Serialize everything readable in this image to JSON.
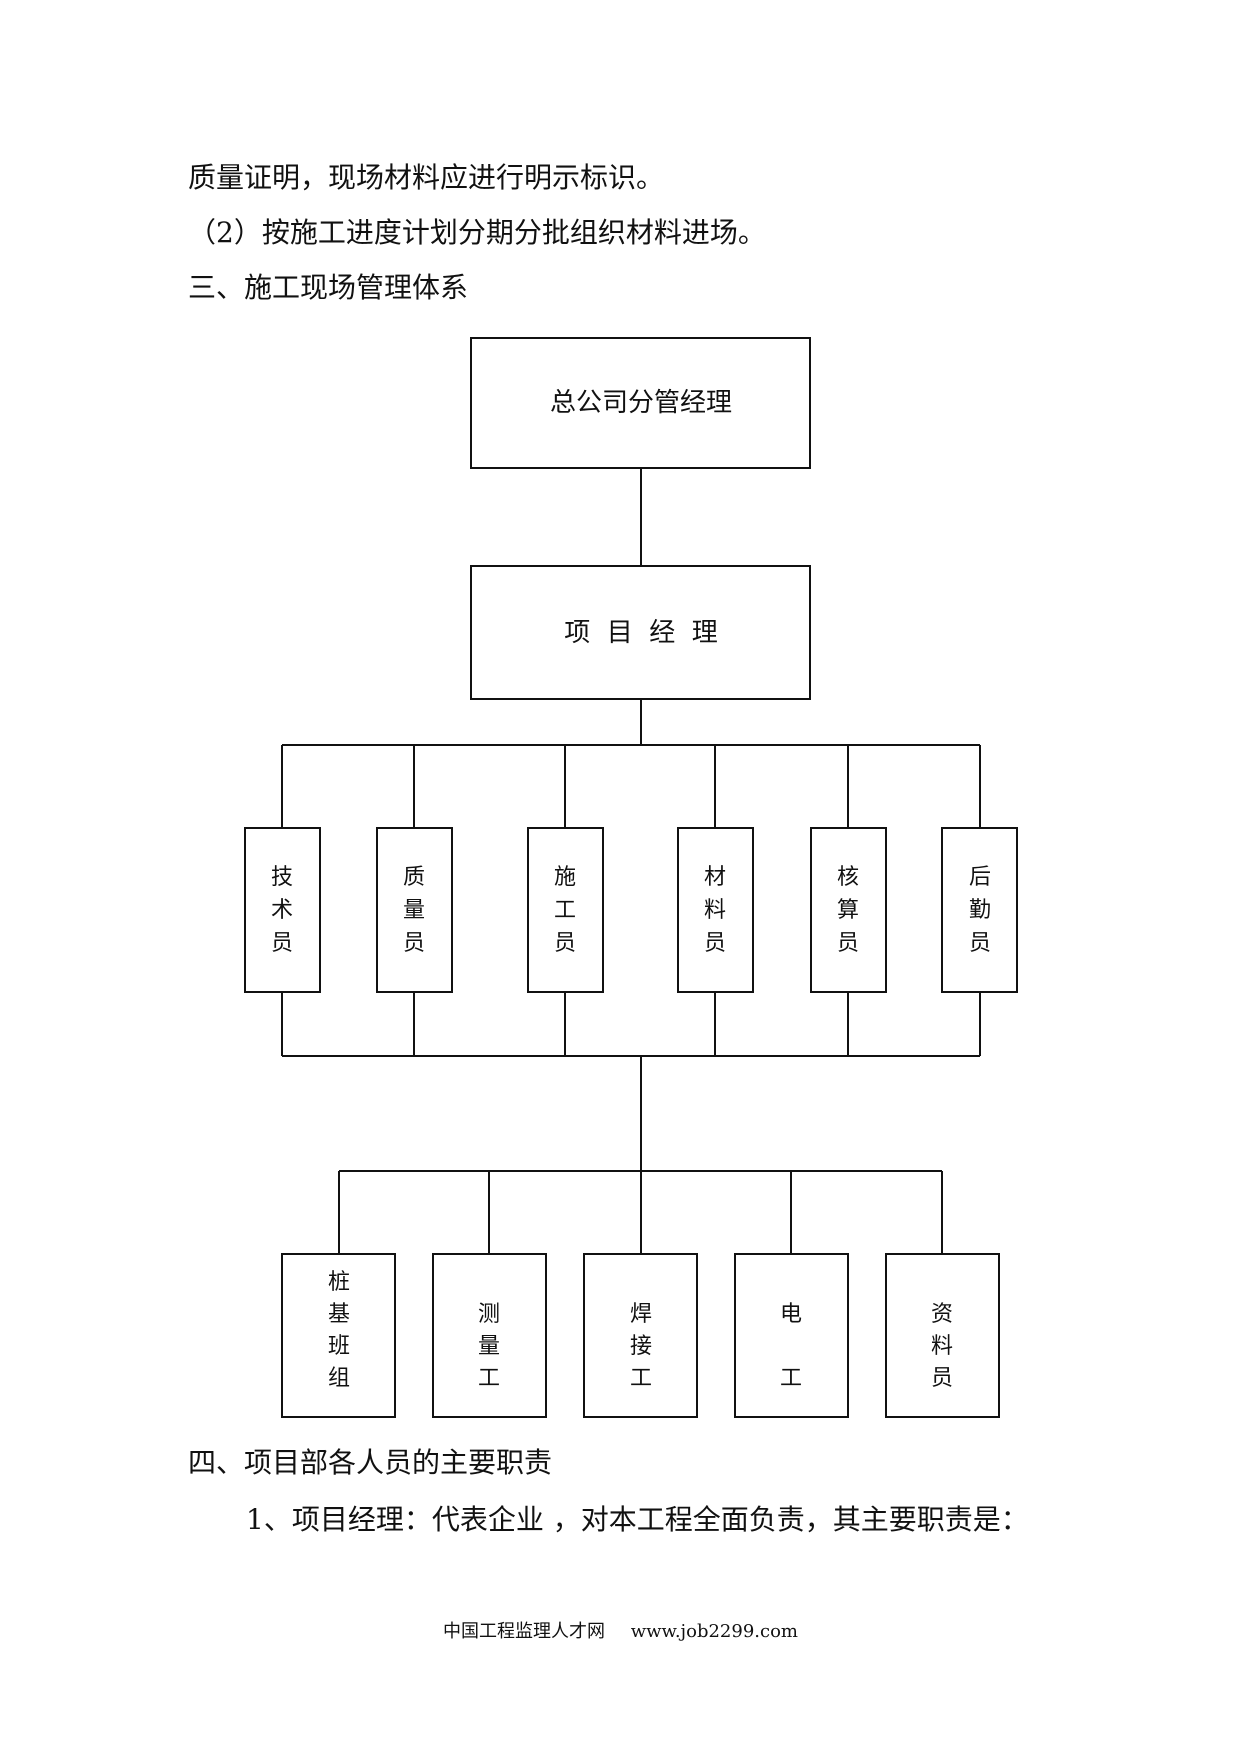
{
  "body": {
    "line1": "质量证明，现场材料应进行明示标识。",
    "line2": "（2）按施工进度计划分期分批组织材料进场。",
    "heading3": "三、施工现场管理体系",
    "heading4": "四、项目部各人员的主要职责",
    "item1": "1、项目经理：代表企业 ，对本工程全面负责，其主要职责是："
  },
  "org_chart": {
    "top": "总公司分管经理",
    "manager": "项  目  经  理",
    "staff": [
      "技术员",
      "质量员",
      "施工员",
      "材料员",
      "核算员",
      "后勤员"
    ],
    "workers": [
      "桩基班组",
      "测量工",
      "焊接工",
      "电工",
      "资料员"
    ]
  },
  "footer": {
    "site_name": "中国工程监理人才网",
    "url": "www.job2299.com"
  }
}
